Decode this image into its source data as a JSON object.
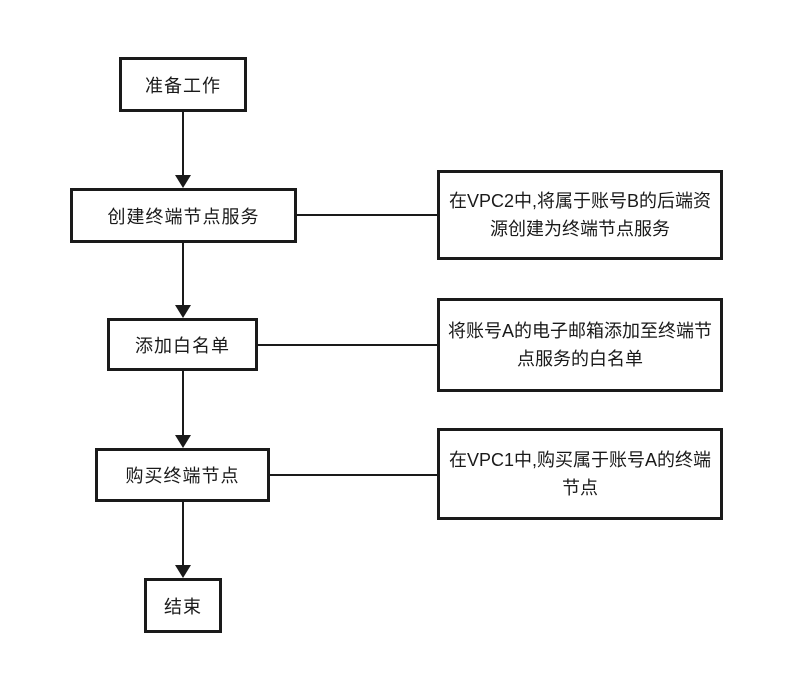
{
  "diagram": {
    "type": "flowchart",
    "background_color": "#ffffff",
    "line_color": "#1a1a1a",
    "nodes": [
      {
        "id": "start",
        "label": "准备工作"
      },
      {
        "id": "create-endpoint-service",
        "label": "创建终端节点服务"
      },
      {
        "id": "add-whitelist",
        "label": "添加白名单"
      },
      {
        "id": "buy-endpoint",
        "label": "购买终端节点"
      },
      {
        "id": "end",
        "label": "结束"
      }
    ],
    "annotations": [
      {
        "id": "annotation-create-endpoint-service",
        "label": "在VPC2中,将属于账号B的后端资源创建为终端节点服务"
      },
      {
        "id": "annotation-add-whitelist",
        "label": "将账号A的电子邮箱添加至终端节点服务的白名单"
      },
      {
        "id": "annotation-buy-endpoint",
        "label": "在VPC1中,购买属于账号A的终端节点"
      }
    ],
    "edges": [
      {
        "from": "start",
        "to": "create-endpoint-service",
        "style": "arrow-down"
      },
      {
        "from": "create-endpoint-service",
        "to": "add-whitelist",
        "style": "arrow-down"
      },
      {
        "from": "add-whitelist",
        "to": "buy-endpoint",
        "style": "arrow-down"
      },
      {
        "from": "buy-endpoint",
        "to": "end",
        "style": "arrow-down"
      },
      {
        "from": "create-endpoint-service",
        "to": "annotation-create-endpoint-service",
        "style": "plain-line"
      },
      {
        "from": "add-whitelist",
        "to": "annotation-add-whitelist",
        "style": "plain-line"
      },
      {
        "from": "buy-endpoint",
        "to": "annotation-buy-endpoint",
        "style": "plain-line"
      }
    ]
  }
}
